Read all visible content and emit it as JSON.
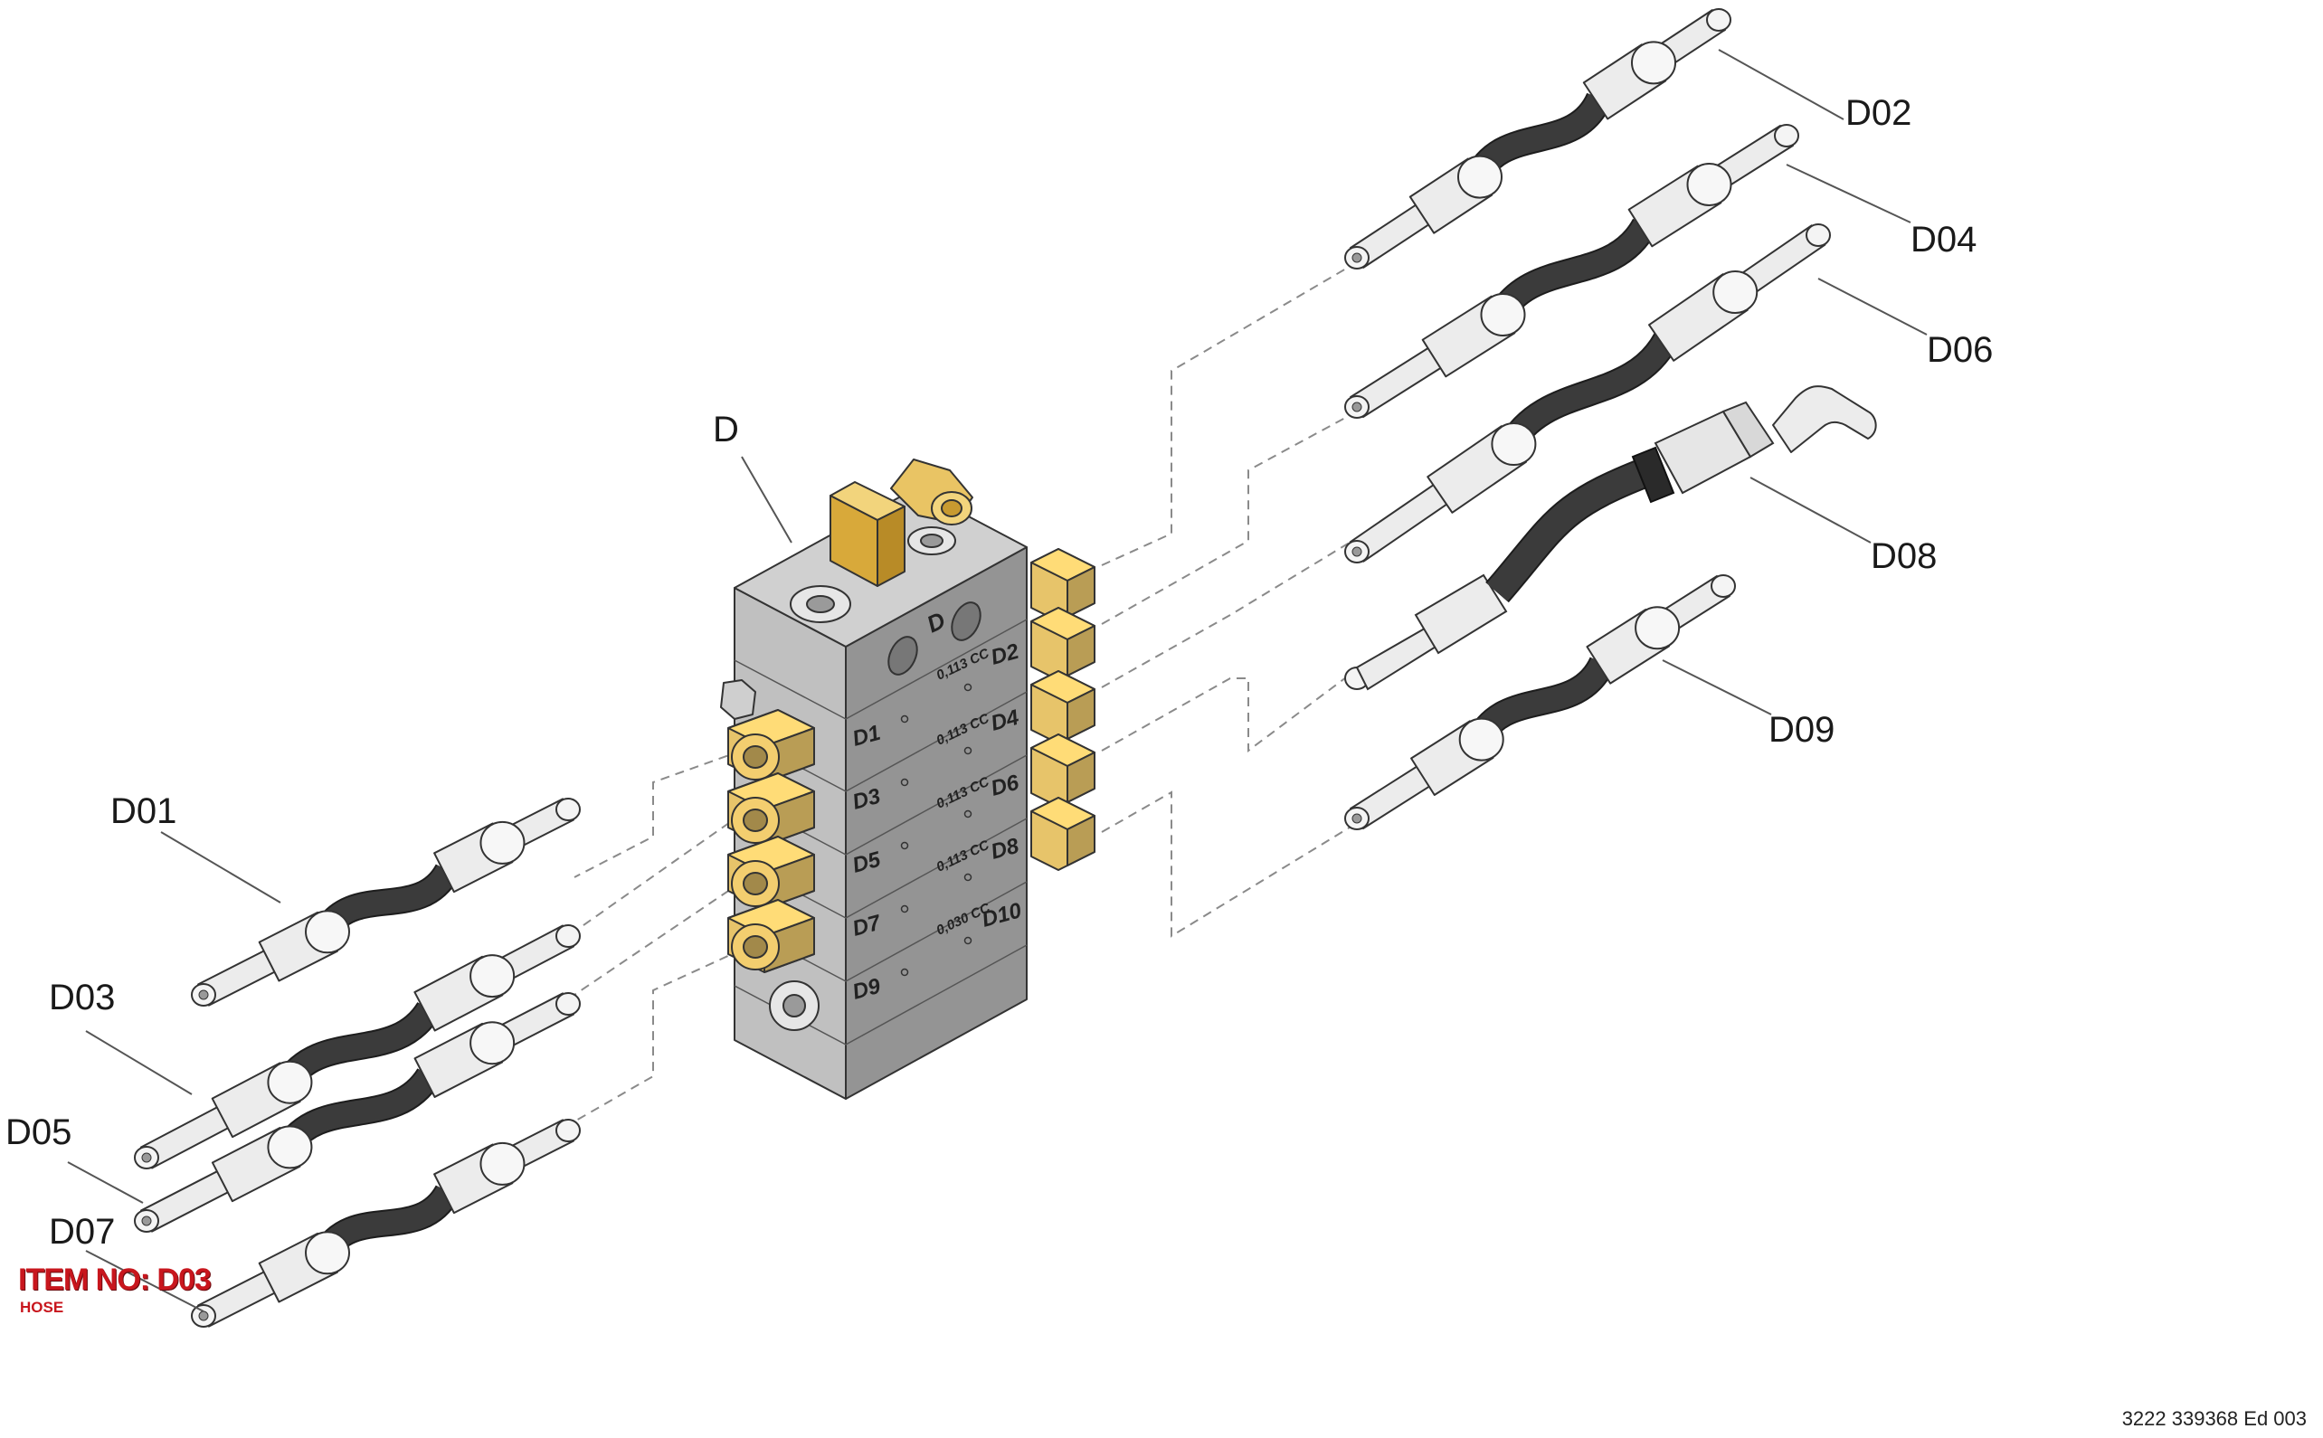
{
  "drawing": {
    "main_label": "D",
    "document_ref": "3222 339368 Ed 003"
  },
  "item": {
    "title": "ITEM NO: D03",
    "subtitle": "HOSE"
  },
  "callouts": [
    "D01",
    "D02",
    "D03",
    "D04",
    "D05",
    "D06",
    "D07",
    "D08",
    "D09"
  ],
  "block_markings": {
    "top": "D",
    "left_ports": [
      "D1",
      "D3",
      "D5",
      "D7",
      "D9"
    ],
    "right_ports": [
      "D2",
      "D4",
      "D6",
      "D8",
      "D10"
    ],
    "volumes": [
      "0,113 CC",
      "0,113 CC",
      "0,113 CC",
      "0,113 CC",
      "0,030 CC"
    ]
  },
  "colors": {
    "brass": "#e7c46a",
    "block": "#b5b5b5",
    "hose": "#3b3b3b",
    "ferrule": "#ececec",
    "highlight": "#c8161d"
  }
}
